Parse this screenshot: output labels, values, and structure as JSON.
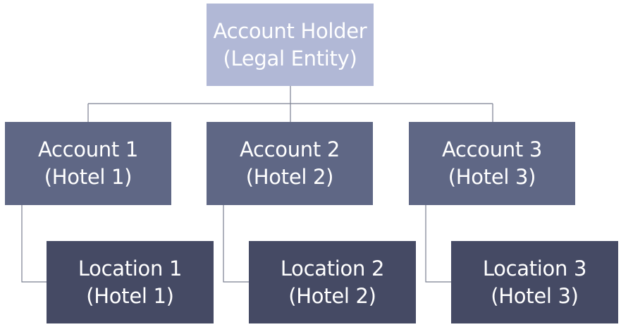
{
  "root": {
    "line1": "Account Holder",
    "line2": "(Legal Entity)"
  },
  "accounts": [
    {
      "line1": "Account 1",
      "line2": "(Hotel 1)"
    },
    {
      "line1": "Account 2",
      "line2": "(Hotel 2)"
    },
    {
      "line1": "Account 3",
      "line2": "(Hotel 3)"
    }
  ],
  "locations": [
    {
      "line1": "Location 1",
      "line2": "(Hotel 1)"
    },
    {
      "line1": "Location 2",
      "line2": "(Hotel 2)"
    },
    {
      "line1": "Location 3",
      "line2": "(Hotel 3)"
    }
  ],
  "colors": {
    "root_fill": "#b1b8d6",
    "account_fill": "#5f6785",
    "location_fill": "#454a64",
    "text": "#ffffff",
    "connector": "#7a7f91"
  }
}
